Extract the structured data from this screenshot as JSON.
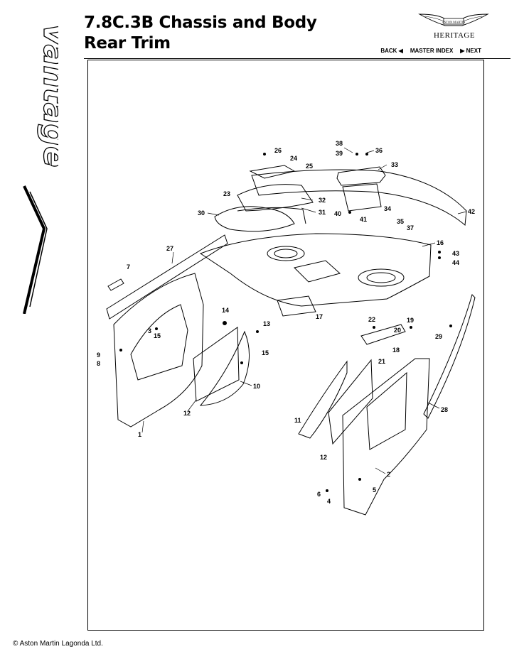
{
  "header": {
    "title_line1": "7.8C.3B Chassis and Body",
    "title_line2": "Rear Trim",
    "side_logo_text": "Vantage",
    "brand_text": "ASTON MARTIN",
    "heritage": "HERITAGE"
  },
  "nav": {
    "back": "BACK ◀",
    "master_index": "MASTER INDEX",
    "next": "▶ NEXT"
  },
  "footer": {
    "copyright": "© Aston Martin Lagonda Ltd."
  },
  "diagram": {
    "labels": [
      "38",
      "39",
      "36",
      "26",
      "24",
      "25",
      "33",
      "23",
      "32",
      "31",
      "34",
      "42",
      "30",
      "40",
      "41",
      "35",
      "37",
      "16",
      "27",
      "43",
      "44",
      "7",
      "14",
      "13",
      "22",
      "19",
      "20",
      "29",
      "3",
      "15",
      "9",
      "8",
      "15",
      "18",
      "21",
      "10",
      "12",
      "11",
      "12",
      "28",
      "1",
      "2",
      "5",
      "6",
      "4",
      "17"
    ]
  }
}
